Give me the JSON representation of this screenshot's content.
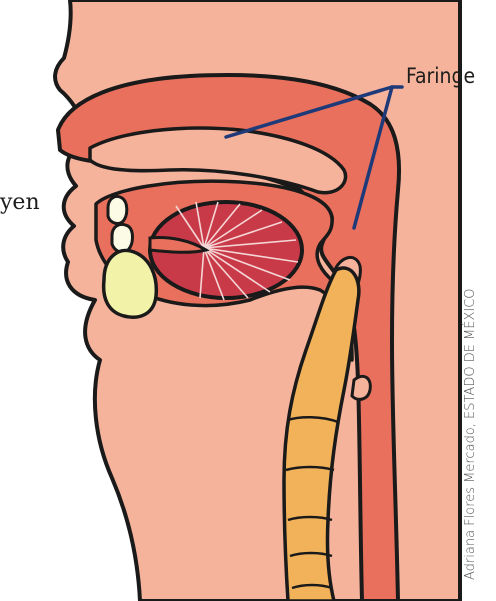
{
  "labels": {
    "faringe": "Faringe",
    "partial_left": "yen"
  },
  "credit": "Adriana Flores Mercado, ESTADO DE MÉXICO",
  "colors": {
    "skin": "#f6b39c",
    "cavity_red": "#e9705c",
    "tongue": "#c93a48",
    "tongue_lines": "#f5d6d6",
    "spine": "#f2b25a",
    "tooth": "#fbfbe6",
    "gland": "#f3f2a9",
    "outline": "#1a1a1a",
    "pointer_line": "#1f3a78"
  }
}
